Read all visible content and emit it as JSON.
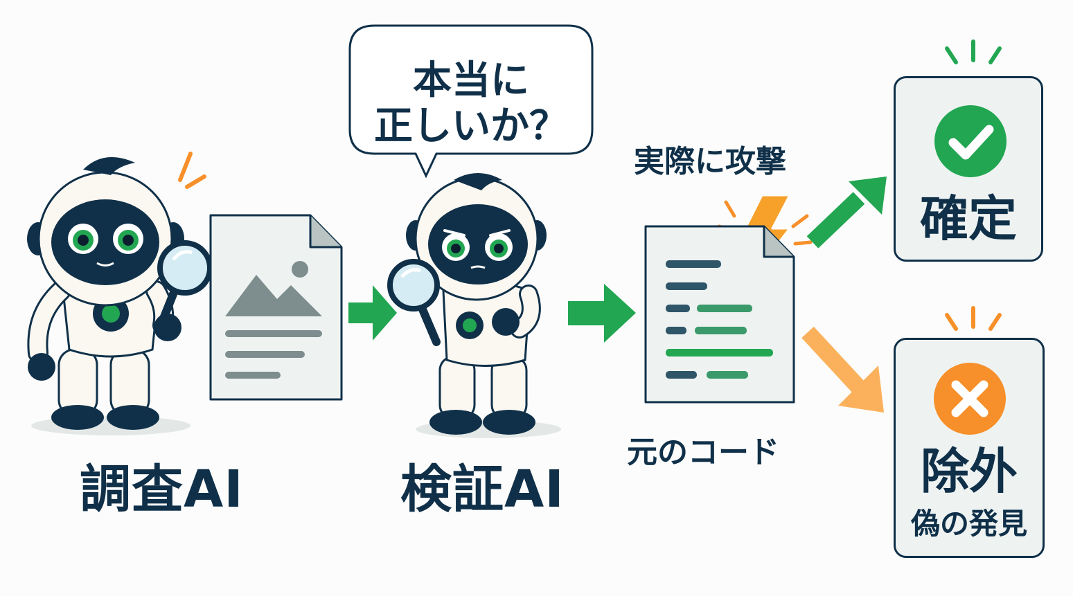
{
  "labels": {
    "investigate_ai": "調査AI",
    "verify_ai": "検証AI",
    "speech_bubble": [
      "本当に",
      "正しいか？"
    ],
    "attack": "実際に攻撃",
    "original_code": "元のコード",
    "confirmed": "確定",
    "excluded": "除外",
    "false_found": "偽の発見"
  },
  "colors": {
    "navy": "#103049",
    "green": "#22a652",
    "orange": "#f7902a",
    "paper": "#eef3f2",
    "robot_body": "#fbf8f1"
  },
  "icons": [
    "magnifier-icon",
    "image-icon",
    "arrow-right-icon",
    "lightning-icon",
    "check-icon",
    "cross-icon"
  ]
}
